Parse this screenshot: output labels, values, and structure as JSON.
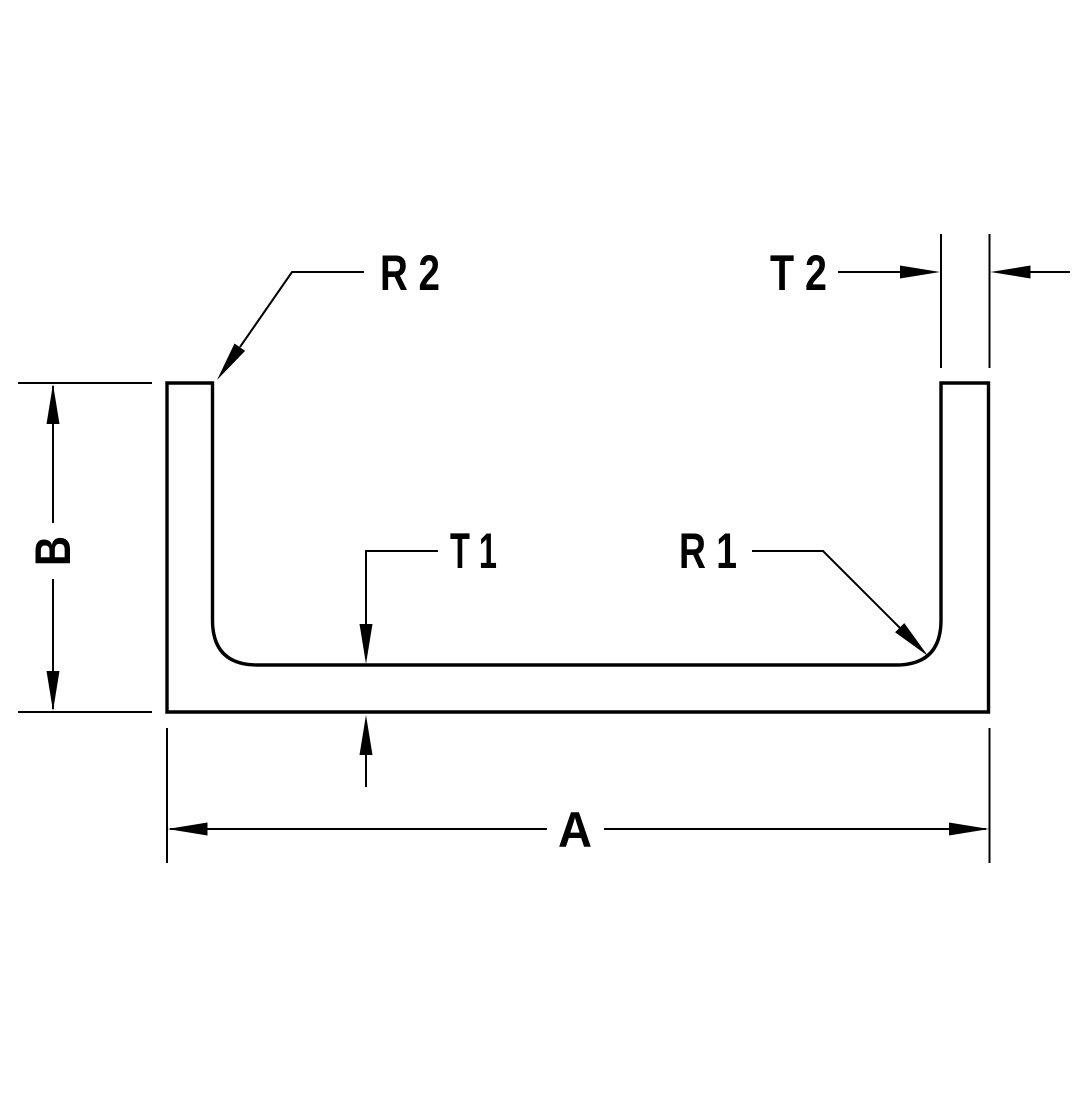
{
  "drawing": {
    "kind": "engineering cross-section drawing",
    "shape": "U-channel profile",
    "colors": {
      "background": "#ffffff",
      "line": "#000000",
      "text": "#000000"
    },
    "labels": {
      "r2": "R 2",
      "t2": "T 2",
      "b": "B",
      "t1": "T 1",
      "r1": "R 1",
      "a": "A"
    }
  }
}
